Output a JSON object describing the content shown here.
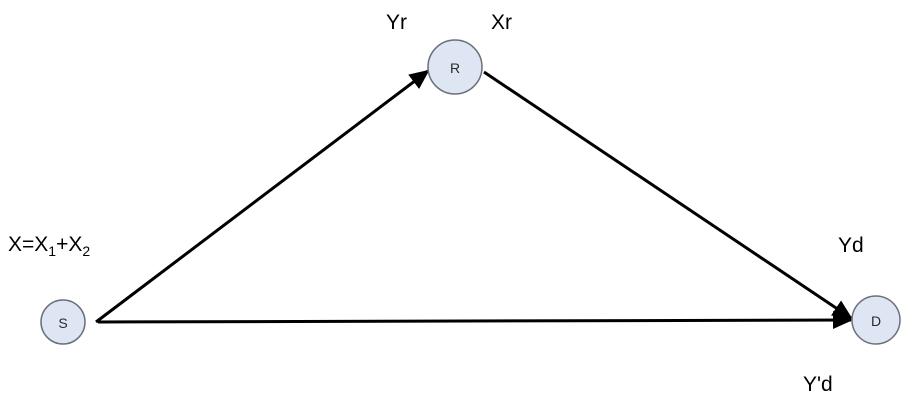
{
  "colors": {
    "node_fill": "#dfe6f3",
    "node_stroke": "#6a6f7a",
    "edge": "#000000",
    "text": "#000000"
  },
  "nodes": {
    "source": {
      "label": "S"
    },
    "relay": {
      "label": "R"
    },
    "destination": {
      "label": "D"
    }
  },
  "labels": {
    "relay_received": "Yr",
    "relay_transmit": "Xr",
    "source_signal": {
      "main": "X=X",
      "sub1": "1",
      "plus": "+X",
      "sub2": "2"
    },
    "dest_from_relay": "Yd",
    "dest_from_source": "Y'd"
  }
}
